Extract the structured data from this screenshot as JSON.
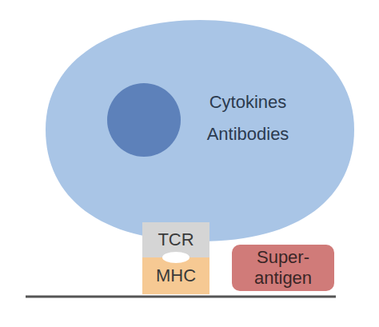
{
  "diagram": {
    "nodes": [
      {
        "text": [
          "Cytokines",
          "Antibodies"
        ]
      },
      {
        "text": [
          "TCR"
        ]
      },
      {
        "text": [
          "MHC"
        ]
      },
      {
        "text": [
          "Super- antigen"
        ]
      }
    ],
    "edges": [
      {
        "from": 1,
        "to": 0,
        "arrow": "to"
      }
    ]
  }
}
